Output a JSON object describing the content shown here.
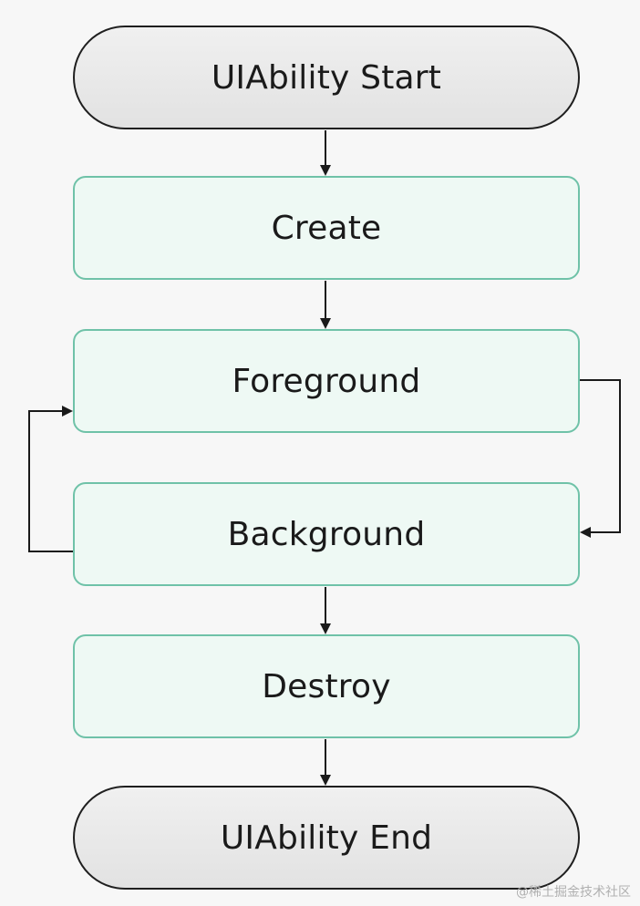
{
  "diagram": {
    "nodes": {
      "start": "UIAbility Start",
      "create": "Create",
      "foreground": "Foreground",
      "background": "Background",
      "destroy": "Destroy",
      "end": "UIAbility End"
    },
    "colors": {
      "state_border": "#6fc2a8",
      "state_fill": "#eef9f4",
      "terminal_fill": "#e8e8e8",
      "arrow": "#1a1a1a",
      "background": "#f7f7f7"
    }
  },
  "watermark": "@稀土掘金技术社区"
}
